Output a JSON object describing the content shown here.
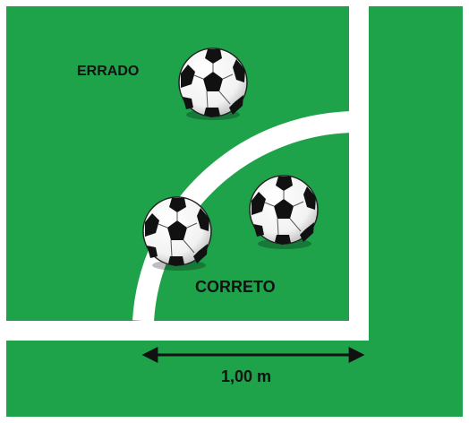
{
  "colors": {
    "field": "#1ea24a",
    "line": "#ffffff",
    "ball_black": "#111111",
    "ball_white": "#ffffff",
    "arrow": "#111111"
  },
  "labels": {
    "wrong": "ERRADO",
    "correct": "CORRETO",
    "distance": "1,00 m"
  },
  "balls": [
    {
      "id": "ball-errado",
      "status": "ERRADO"
    },
    {
      "id": "ball-correto-on-arc",
      "status": "CORRETO"
    },
    {
      "id": "ball-correto-inside",
      "status": "CORRETO"
    }
  ]
}
